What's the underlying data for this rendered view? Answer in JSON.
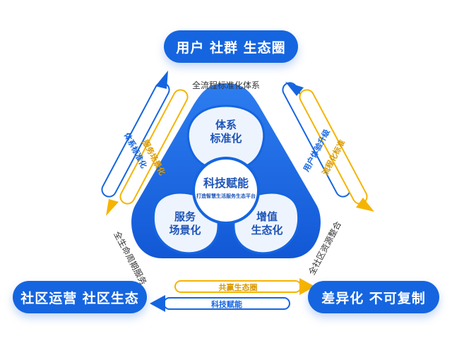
{
  "nodes": {
    "top": "用户 社群 生态圈",
    "left": "社区运营 社区生态",
    "right": "差异化 不可复制"
  },
  "center": {
    "title": "科技赋能",
    "subtitle": "打造智慧生活服务生态平台"
  },
  "petals": {
    "top": [
      "体系",
      "标准化"
    ],
    "left": [
      "服务",
      "场景化"
    ],
    "right": [
      "增值",
      "生态化"
    ]
  },
  "captions": {
    "top": "全流程标准化体系",
    "left": "全生命周期服务",
    "right": "全社区资源整合"
  },
  "arrows": {
    "left_blue": "体系标准化",
    "left_yellow": "服务场景化",
    "right_blue": "用户体验升级",
    "right_yellow": "流程化标准",
    "bottom_yellow": "共赢生态圈",
    "bottom_blue": "科技赋能"
  },
  "colors": {
    "blue": "#1565e0",
    "yellow": "#f5b400",
    "light_blue": "#e9f1fd"
  }
}
